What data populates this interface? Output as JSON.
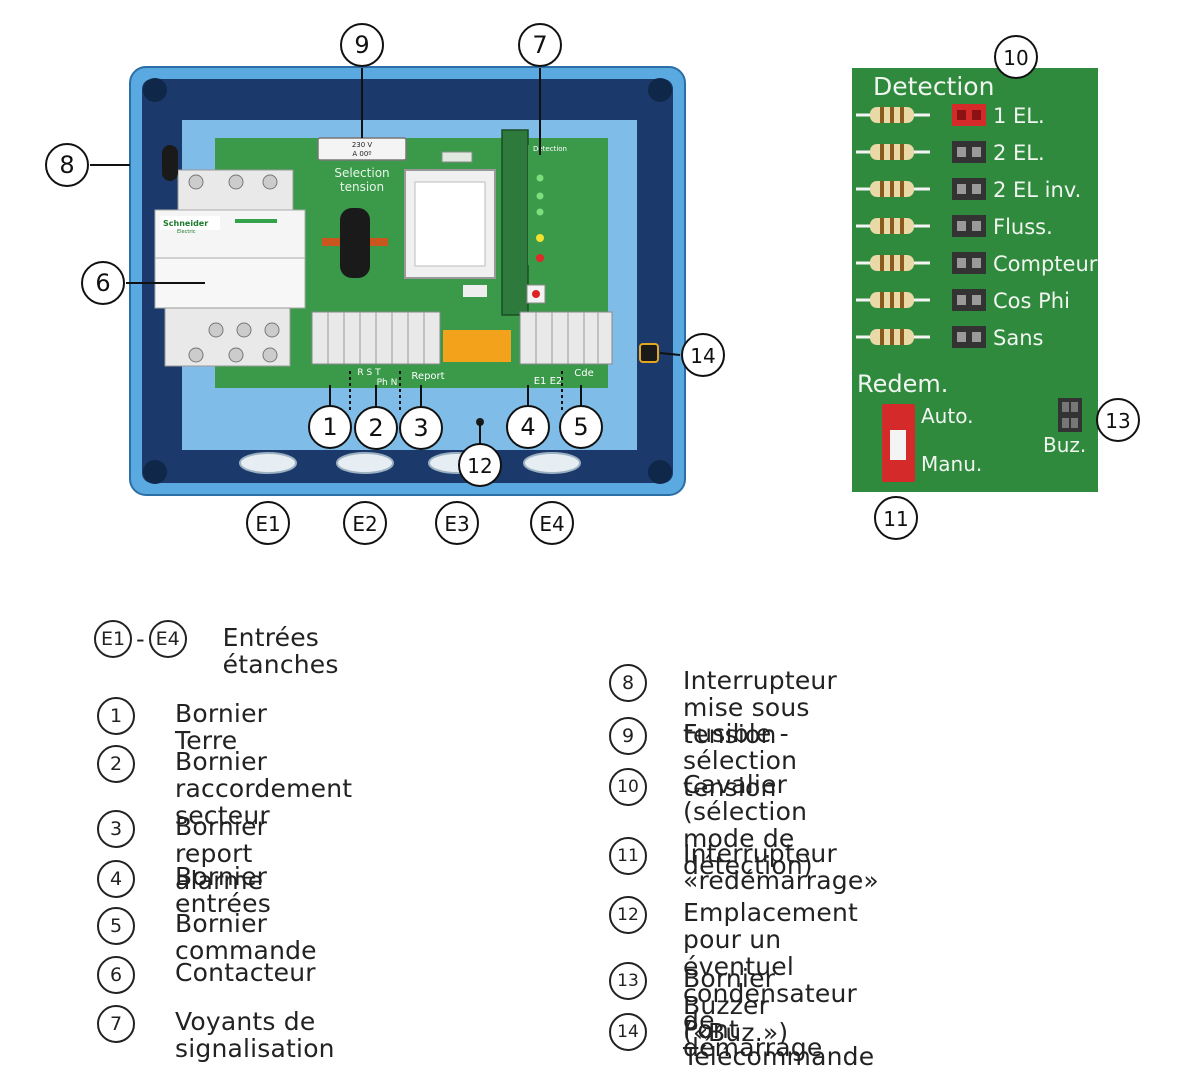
{
  "panel": {
    "fuse_top": "230 V",
    "fuse_bottom": "A 00º",
    "selection_label_1": "Selection",
    "selection_label_2": "tension",
    "brand": "Schneider",
    "brand_sub": "Electric",
    "terminal_labels": {
      "rst": "R  S  T",
      "ph_n": "Ph  N",
      "report": "Report",
      "e1e2": "E1 E2",
      "cde": "Cde"
    },
    "mini_detection": "Detection"
  },
  "detection": {
    "title": "Detection",
    "options": [
      "1 EL.",
      "2 EL.",
      "2 EL inv.",
      "Fluss.",
      "Compteur",
      "Cos Phi",
      "Sans"
    ],
    "selected_index": 0,
    "redem_title": "Redem.",
    "redem_auto": "Auto.",
    "redem_manu": "Manu.",
    "buz": "Buz.",
    "colors": {
      "board": "#2f8a3d",
      "jumper_active": "#d42a2a",
      "jumper": "#333333"
    }
  },
  "callouts": [
    "1",
    "2",
    "3",
    "4",
    "5",
    "6",
    "7",
    "8",
    "9",
    "10",
    "11",
    "12",
    "13",
    "14"
  ],
  "entries": [
    "E1",
    "E2",
    "E3",
    "E4"
  ],
  "legend": {
    "entries_range": {
      "from": "E1",
      "sep": "-",
      "to": "E4",
      "text": "Entrées étanches"
    },
    "left": [
      {
        "num": "1",
        "text": "Bornier Terre"
      },
      {
        "num": "2",
        "text": "Bornier raccordement secteur"
      },
      {
        "num": "3",
        "text": "Bornier report alarme"
      },
      {
        "num": "4",
        "text": "Bornier entrées"
      },
      {
        "num": "5",
        "text": "Bornier commande"
      },
      {
        "num": "6",
        "text": "Contacteur"
      },
      {
        "num": "7",
        "text": "Voyants de signalisation"
      }
    ],
    "right": [
      {
        "num": "8",
        "text": "Interrupteur mise sous tension"
      },
      {
        "num": "9",
        "text": "Fusible - sélection tension"
      },
      {
        "num": "10",
        "text": "Cavalier (sélection mode de détection)"
      },
      {
        "num": "11",
        "text": "Interrupteur «redémarrage»"
      },
      {
        "num": "12",
        "text": "Emplacement pour un éventuel condensateur de démarrage"
      },
      {
        "num": "13",
        "text": "Bornier Buzzer («Buz.»)"
      },
      {
        "num": "14",
        "text": "Pont Télécommande"
      }
    ]
  }
}
